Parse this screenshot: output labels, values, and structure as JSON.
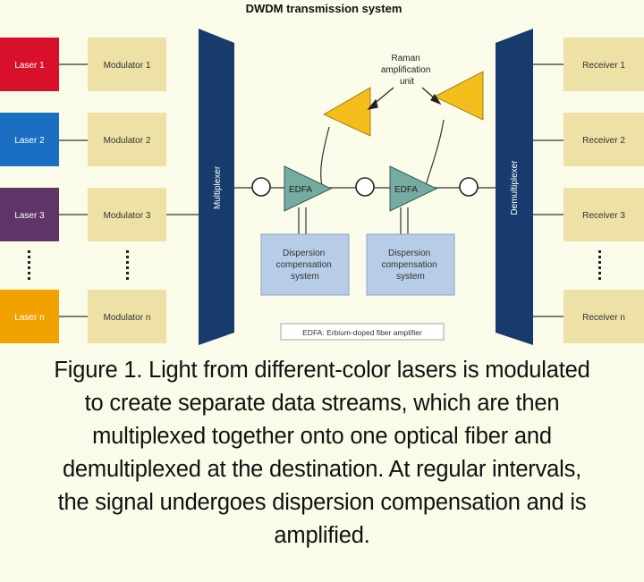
{
  "title": "DWDM transmission system",
  "colors": {
    "laser_1": "#d8102c",
    "laser_2": "#1a6fc2",
    "laser_3": "#5e3566",
    "laser_n": "#f2a200",
    "box_fill": "#ede1a6",
    "mux_fill": "#163b6c",
    "amp_fill": "#76aba0",
    "raman_fill": "#f3bd1c",
    "dispersion_fill": "#b7cce6",
    "background": "#fbfbe9"
  },
  "lasers": [
    "Laser 1",
    "Laser 2",
    "Laser 3",
    "Laser n"
  ],
  "modulators": [
    "Modulator 1",
    "Modulator 2",
    "Modulator 3",
    "Modulator n"
  ],
  "receivers": [
    "Receiver 1",
    "Receiver 2",
    "Receiver 3",
    "Receiver n"
  ],
  "multiplexer_label": "Multiplexer",
  "demultiplexer_label": "Demultiplexer",
  "amplifier_label": "EDFA",
  "raman_label": [
    "Raman",
    "amplification",
    "unit"
  ],
  "dispersion_label": [
    "Dispersion",
    "compensation",
    "system"
  ],
  "legend_text": "EDFA: Erbium-doped fiber amplifier",
  "caption_lines": [
    "Figure 1. Light from different-color lasers is modulated",
    "to create separate data streams, which are then",
    "multiplexed together onto one optical fiber and",
    "demultiplexed at the destination. At regular intervals,",
    "the signal undergoes dispersion compensation and is",
    "amplified."
  ]
}
